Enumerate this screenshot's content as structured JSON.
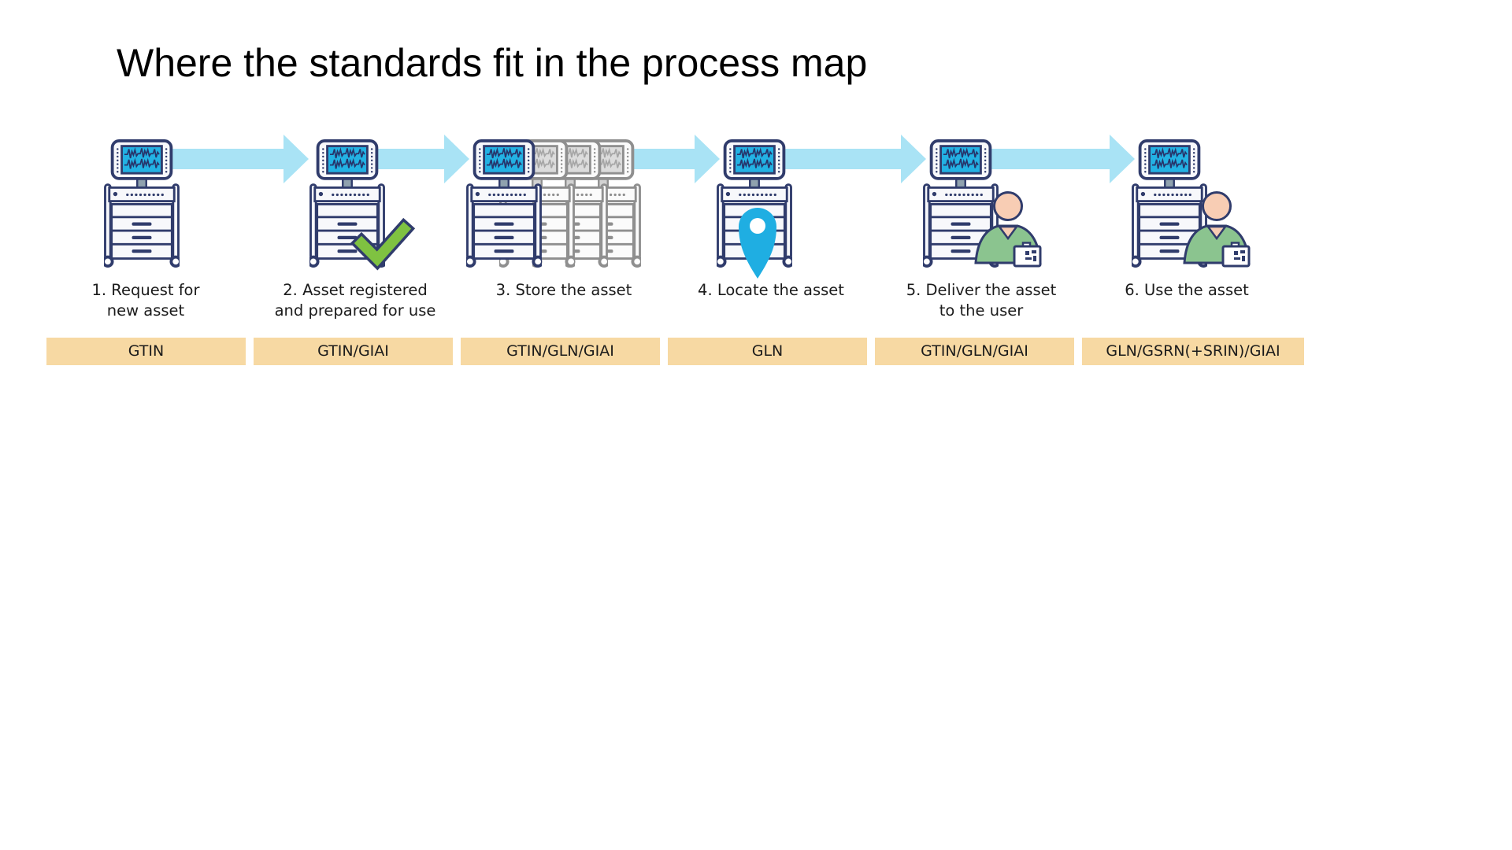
{
  "title": "Where the standards fit in the process map",
  "steps": [
    {
      "label": "1. Request for\nnew asset",
      "badge": "GTIN",
      "icon": "equipment-cart"
    },
    {
      "label": "2. Asset registered\nand prepared for use",
      "badge": "GTIN/GIAI",
      "icon": "equipment-cart-checkmark"
    },
    {
      "label": "3. Store the asset",
      "badge": "GTIN/GLN/GIAI",
      "icon": "equipment-cart-stack"
    },
    {
      "label": "4. Locate the asset",
      "badge": "GLN",
      "icon": "equipment-cart-location-pin"
    },
    {
      "label": "5. Deliver the asset\nto the user",
      "badge": "GTIN/GLN/GIAI",
      "icon": "equipment-cart-nurse"
    },
    {
      "label": "6. Use the asset",
      "badge": "GLN/GSRN(+SRIN)/GIAI",
      "icon": "equipment-cart-nurse"
    }
  ],
  "colors": {
    "badge_background": "#F7D9A3",
    "arrow_blue": "#A9E3F5",
    "outline_navy": "#303C6C",
    "screen_cyan": "#23B2E4",
    "checkmark_green": "#7FC241",
    "pin_cyan": "#1FAEE2",
    "scrubs_green": "#8BC48F",
    "skin_peach": "#F8CDB4",
    "text": "#1B1B1B"
  }
}
